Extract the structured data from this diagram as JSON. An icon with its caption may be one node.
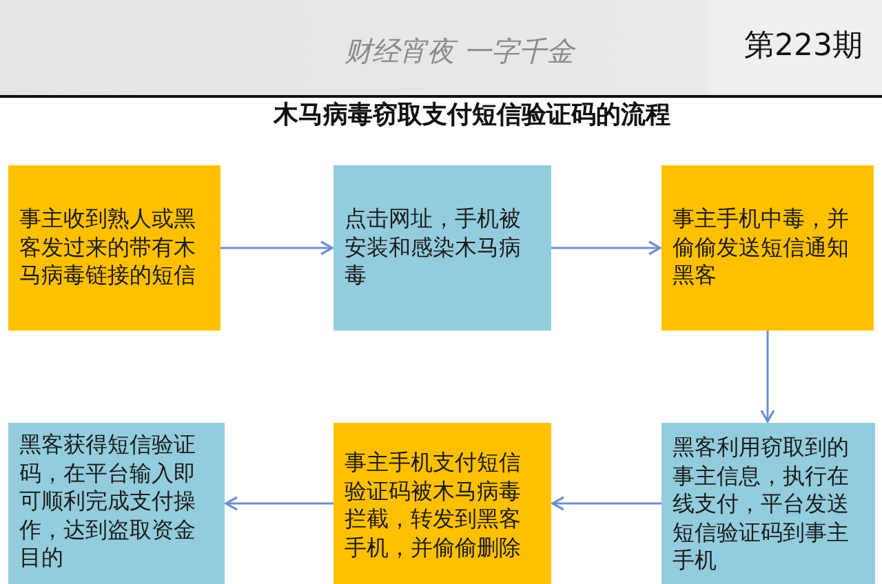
{
  "diagram": {
    "title": "木马病毒窃取支付短信验证码的流程",
    "nodes": [
      {
        "text": [
          "事主收到熟人或黑客发过来的带有木马病毒链接的短信"
        ]
      },
      {
        "text": [
          "点击网址，手机被安装和感染木马病毒"
        ]
      },
      {
        "text": [
          "事主手机中毒，并偷偷发送短信通知黑客"
        ]
      },
      {
        "text": [
          "黑客获得短信验证码，在平台输入即可顺利完成支付操作，达到盗取资金目的"
        ]
      },
      {
        "text": [
          "事主手机支付短信验证码被木马病毒拦截，转发到黑客手机，并偷偷删除"
        ]
      },
      {
        "text": [
          "黑客利用窃取到的事主信息，执行在线支付，平台发送短信验证码到事主手机"
        ]
      }
    ],
    "edges": [
      {
        "from": 0,
        "to": 1,
        "arrow": "to"
      },
      {
        "from": 1,
        "to": 2,
        "arrow": "to"
      },
      {
        "from": 2,
        "to": 5,
        "arrow": "to"
      },
      {
        "from": 5,
        "to": 4,
        "arrow": "to"
      },
      {
        "from": 4,
        "to": 3,
        "arrow": "to"
      }
    ],
    "labels": [
      "财经宵夜 一字千金",
      "第223期"
    ]
  }
}
